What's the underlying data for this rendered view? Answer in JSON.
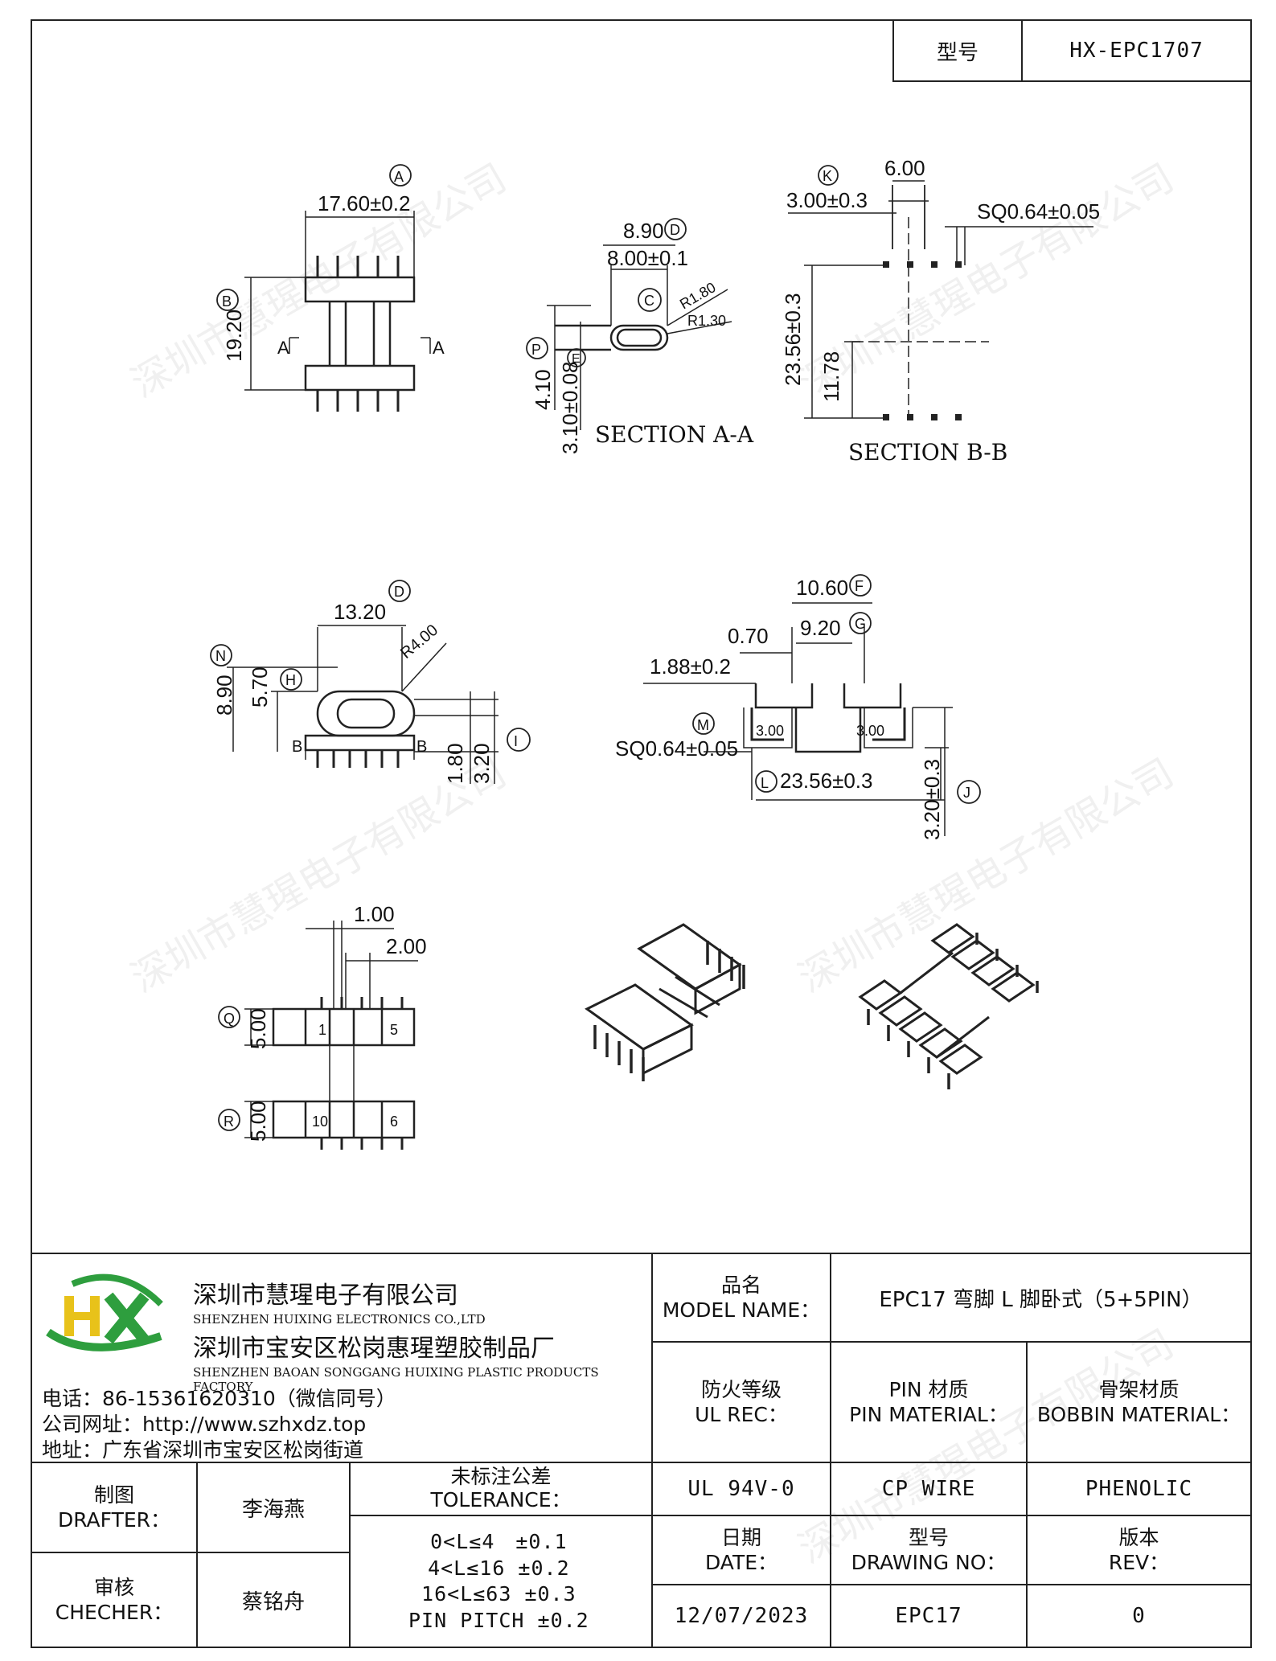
{
  "header": {
    "model_label": "型号",
    "model_value": "HX-EPC1707"
  },
  "watermark": "深圳市慧瑆电子有限公司",
  "drawings": {
    "top_left": {
      "dim_a_value": "17.60±0.2",
      "dim_a_letter": "A",
      "dim_b_value": "19.20",
      "dim_b_letter": "B",
      "section_mark": "A"
    },
    "section_aa": {
      "title": "SECTION A-A",
      "dim_d_value": "8.90",
      "dim_d_letter": "D",
      "dim_inner": "8.00±0.1",
      "circle_c": "C",
      "r_outer": "R1.80",
      "r_inner": "R1.30",
      "dim_p_value": "4.10",
      "dim_p_letter": "P",
      "dim_e_value": "3.10±0.08",
      "dim_e_letter": "E"
    },
    "section_bb": {
      "title": "SECTION B-B",
      "dim_k_value": "3.00±0.3",
      "dim_k_letter": "K",
      "dim_top": "6.00",
      "sq_pin": "SQ0.64±0.05",
      "dim_height": "23.56±0.3",
      "dim_half": "11.78"
    },
    "middle_left": {
      "dim_d2_value": "13.20",
      "dim_d2_letter": "D",
      "radius": "R4.00",
      "dim_n_value": "8.90",
      "dim_n_letter": "N",
      "dim_h_value": "5.70",
      "dim_h_letter": "H",
      "section_mark": "B",
      "dim_small": "1.80",
      "dim_i_value": "3.20",
      "dim_i_letter": "I"
    },
    "middle_right": {
      "dim_f_value": "10.60",
      "dim_f_letter": "F",
      "dim_g_value": "9.20",
      "dim_g_letter": "G",
      "dim_070": "0.70",
      "dim_188": "1.88±0.2",
      "sq_pin": "SQ0.64±0.05",
      "dim_m_letter": "M",
      "dim_300a": "3.00",
      "dim_300b": "3.00",
      "dim_l_value": "23.56±0.3",
      "dim_l_letter": "L",
      "dim_j_value": "3.20±0.3",
      "dim_j_letter": "J"
    },
    "bottom_left": {
      "dim_100": "1.00",
      "dim_200": "2.00",
      "dim_q_value": "5.00",
      "dim_q_letter": "Q",
      "dim_r_value": "5.00",
      "dim_r_letter": "R",
      "pin_1": "1",
      "pin_5": "5",
      "pin_10": "10",
      "pin_6": "6"
    }
  },
  "company": {
    "name_cn": "深圳市慧瑆电子有限公司",
    "name_en": "SHENZHEN HUIXING ELECTRONICS CO.,LTD",
    "factory_cn": "深圳市宝安区松岗惠瑆塑胶制品厂",
    "factory_en": "SHENZHEN BAOAN SONGGANG HUIXING PLASTIC PRODUCTS FACTORY",
    "phone": "电话：86-15361620310（微信同号）",
    "website": "公司网址：http://www.szhxdz.top",
    "address": "地址：广东省深圳市宝安区松岗街道",
    "logo_text": "HX",
    "brand_green": "#2e9e3e",
    "brand_yellow": "#e8c21a"
  },
  "title_block": {
    "model_name_cn": "品名",
    "model_name_en": "MODEL NAME：",
    "model_name_value": "EPC17 弯脚 L 脚卧式（5+5PIN）",
    "ul_cn": "防火等级",
    "ul_en": "UL REC：",
    "ul_value": "UL 94V-0",
    "pin_cn": "PIN 材质",
    "pin_en": "PIN MATERIAL：",
    "pin_value": "CP WIRE",
    "bobbin_cn": "骨架材质",
    "bobbin_en": "BOBBIN MATERIAL：",
    "bobbin_value": "PHENOLIC",
    "drafter_cn": "制图",
    "drafter_en": "DRAFTER：",
    "drafter_value": "李海燕",
    "checker_cn": "审核",
    "checker_en": "CHECHER：",
    "checker_value": "蔡铭舟",
    "tolerance_cn": "未标注公差",
    "tolerance_en": "TOLERANCE：",
    "tolerance_lines": [
      "0<L≤4　±0.1",
      "4<L≤16 ±0.2",
      "16<L≤63 ±0.3",
      "PIN PITCH ±0.2"
    ],
    "date_cn": "日期",
    "date_en": "DATE：",
    "date_value": "12/07/2023",
    "drawing_no_cn": "型号",
    "drawing_no_en": "DRAWING NO：",
    "drawing_no_value": "EPC17",
    "rev_cn": "版本",
    "rev_en": "REV：",
    "rev_value": "0"
  }
}
